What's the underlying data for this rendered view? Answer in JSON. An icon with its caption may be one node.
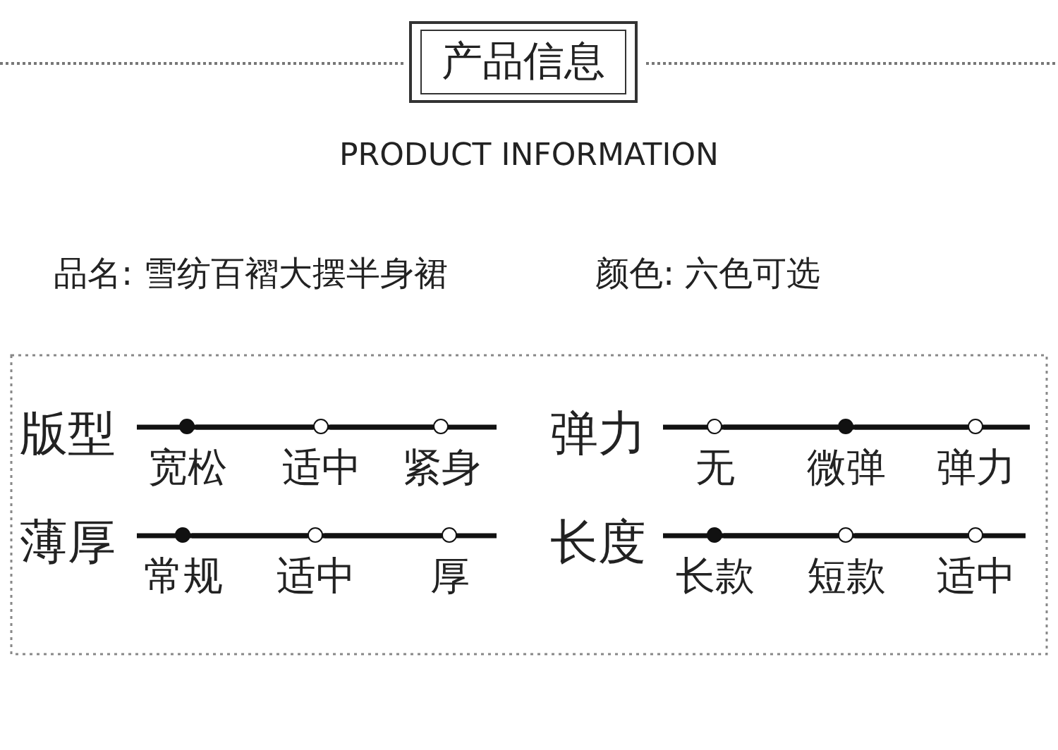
{
  "diagram": {
    "title": "产品信息",
    "labels": [
      "PRODUCT INFORMATION",
      "品名: 雪纺百褶大摆半身裙",
      "颜色: 六色可选",
      "版型",
      "弹力",
      "薄厚",
      "长度"
    ],
    "nodes": [
      {
        "text": [],
        "shape": "dot",
        "beside": [
          "宽松"
        ]
      },
      {
        "text": [],
        "shape": "circle",
        "beside": [
          "适中"
        ]
      },
      {
        "text": [],
        "shape": "circle",
        "beside": [
          "紧身"
        ]
      },
      {
        "text": [],
        "shape": "circle",
        "beside": [
          "无"
        ]
      },
      {
        "text": [],
        "shape": "dot",
        "beside": [
          "微弹"
        ]
      },
      {
        "text": [],
        "shape": "circle",
        "beside": [
          "弹力"
        ]
      },
      {
        "text": [],
        "shape": "dot",
        "beside": [
          "常规"
        ]
      },
      {
        "text": [],
        "shape": "circle",
        "beside": [
          "适中"
        ]
      },
      {
        "text": [],
        "shape": "circle",
        "beside": [
          "厚"
        ]
      },
      {
        "text": [],
        "shape": "dot",
        "beside": [
          "长款"
        ]
      },
      {
        "text": [],
        "shape": "circle",
        "beside": [
          "短款"
        ]
      },
      {
        "text": [],
        "shape": "circle",
        "beside": [
          "适中"
        ]
      }
    ],
    "edges": [
      {
        "from": 0,
        "to": 1,
        "arrow": "none"
      },
      {
        "from": 1,
        "to": 2,
        "arrow": "none"
      },
      {
        "from": 3,
        "to": 4,
        "arrow": "none"
      },
      {
        "from": 4,
        "to": 5,
        "arrow": "none"
      },
      {
        "from": 6,
        "to": 7,
        "arrow": "none"
      },
      {
        "from": 7,
        "to": 8,
        "arrow": "none"
      },
      {
        "from": 9,
        "to": 10,
        "arrow": "none"
      },
      {
        "from": 10,
        "to": 11,
        "arrow": "none"
      }
    ]
  }
}
